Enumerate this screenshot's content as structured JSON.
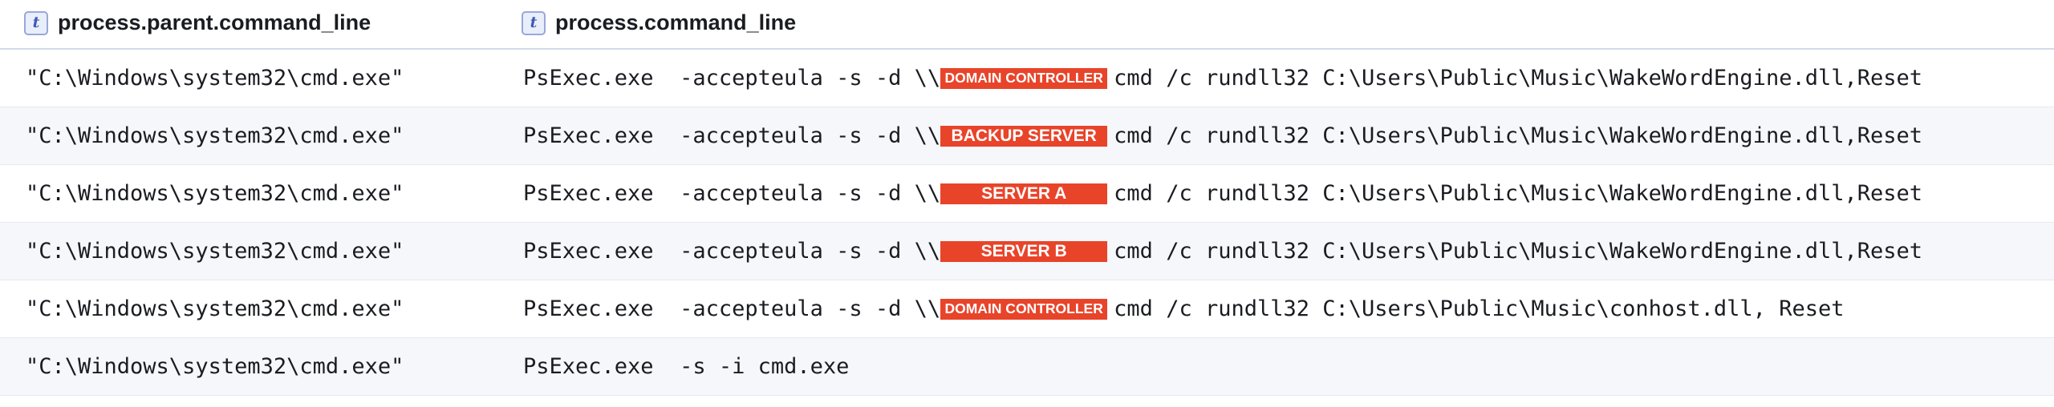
{
  "columns": {
    "col1": {
      "type_icon": "t",
      "label": "process.parent.command_line"
    },
    "col2": {
      "type_icon": "t",
      "label": "process.command_line"
    }
  },
  "rows": [
    {
      "parent": "\"C:\\Windows\\system32\\cmd.exe\"",
      "prefix": "PsExec.exe  -accepteula -s -d \\\\",
      "redaction": "DOMAIN CONTROLLER",
      "suffix": "cmd /c rundll32 C:\\Users\\Public\\Music\\WakeWordEngine.dll,Reset"
    },
    {
      "parent": "\"C:\\Windows\\system32\\cmd.exe\"",
      "prefix": "PsExec.exe  -accepteula -s -d \\\\",
      "redaction": "BACKUP SERVER",
      "suffix": "cmd /c rundll32 C:\\Users\\Public\\Music\\WakeWordEngine.dll,Reset"
    },
    {
      "parent": "\"C:\\Windows\\system32\\cmd.exe\"",
      "prefix": "PsExec.exe  -accepteula -s -d \\\\",
      "redaction": "SERVER A",
      "suffix": "cmd /c rundll32 C:\\Users\\Public\\Music\\WakeWordEngine.dll,Reset"
    },
    {
      "parent": "\"C:\\Windows\\system32\\cmd.exe\"",
      "prefix": "PsExec.exe  -accepteula -s -d \\\\",
      "redaction": "SERVER B",
      "suffix": "cmd /c rundll32 C:\\Users\\Public\\Music\\WakeWordEngine.dll,Reset"
    },
    {
      "parent": "\"C:\\Windows\\system32\\cmd.exe\"",
      "prefix": "PsExec.exe  -accepteula -s -d \\\\",
      "redaction": "DOMAIN CONTROLLER",
      "suffix": "cmd /c rundll32 C:\\Users\\Public\\Music\\conhost.dll, Reset"
    },
    {
      "parent": "\"C:\\Windows\\system32\\cmd.exe\"",
      "prefix": "PsExec.exe  -s -i cmd.exe",
      "redaction": "",
      "suffix": ""
    }
  ],
  "colors": {
    "redaction_bg": "#e8442a",
    "row_alt_bg": "#f5f7fa",
    "type_icon_border": "#98a8d9"
  }
}
